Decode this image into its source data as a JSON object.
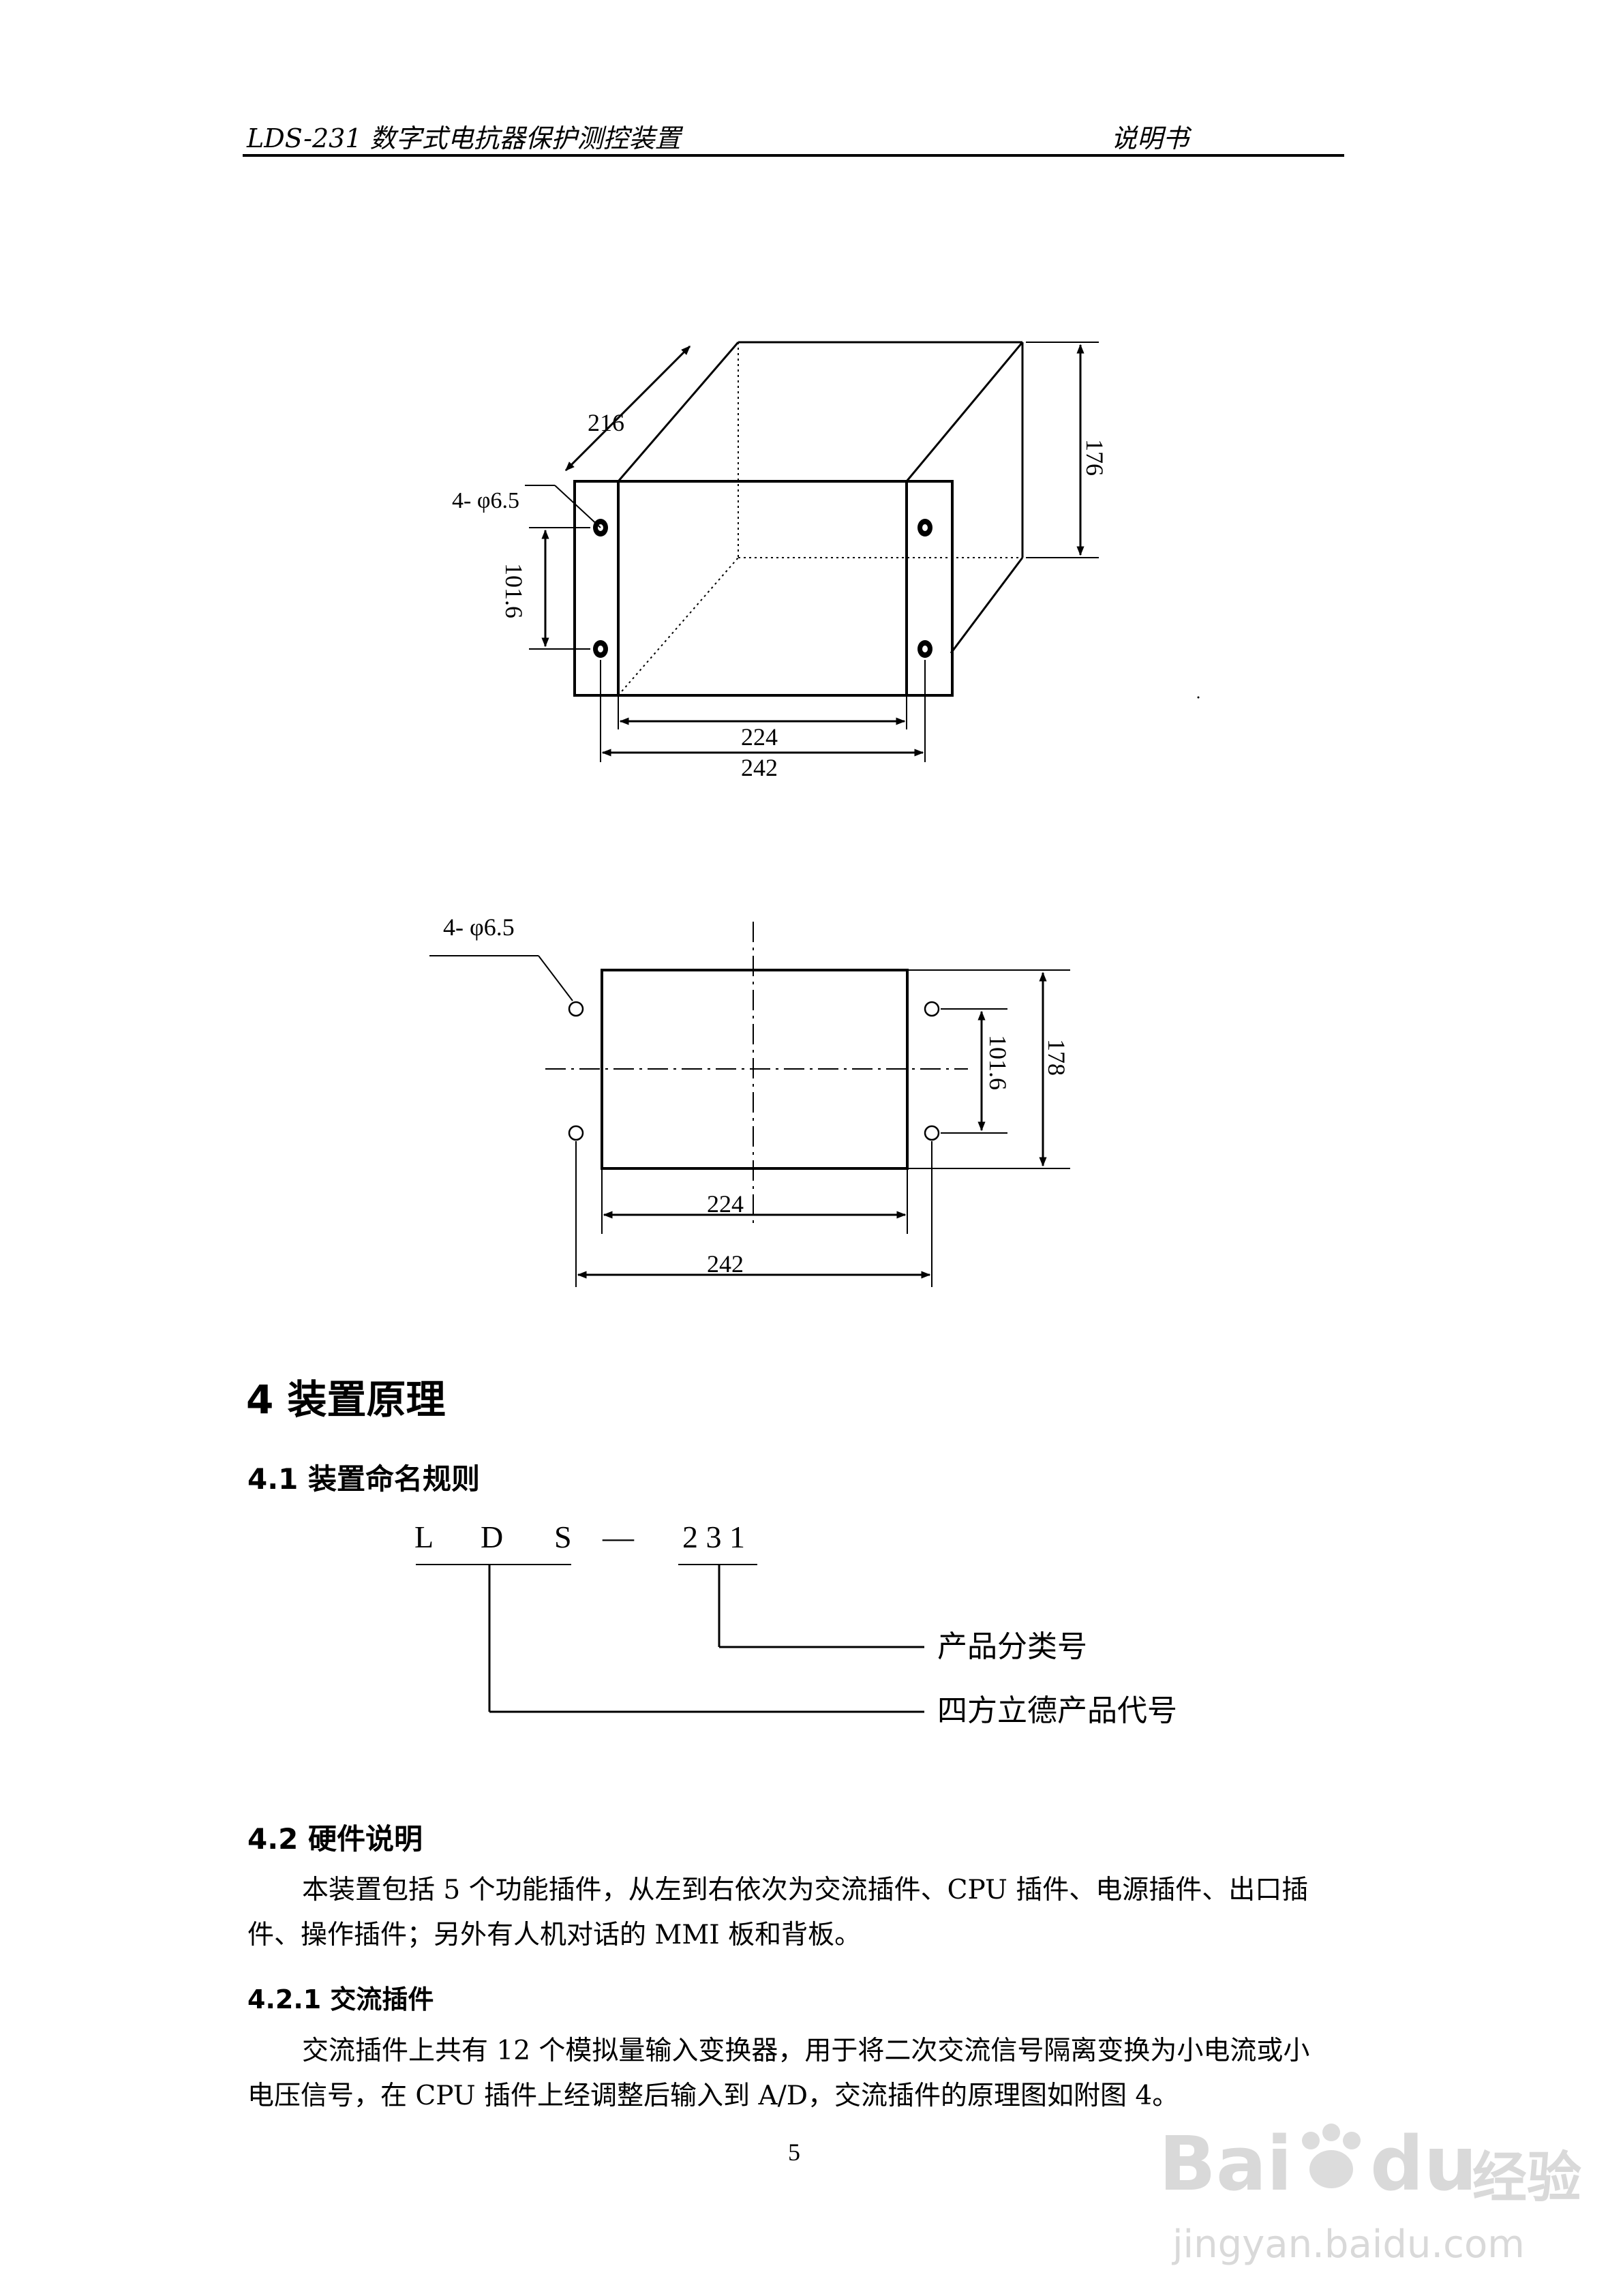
{
  "header": {
    "left": "LDS-231 数字式电抗器保护测控装置",
    "right": "说明书"
  },
  "figure1": {
    "hole_label": "4- φ6.5",
    "depth": "216",
    "height": "176",
    "hole_spacing": "101.6",
    "inner_width": "224",
    "outer_width": "242"
  },
  "figure2": {
    "hole_label": "4- φ6.5",
    "height": "178",
    "hole_spacing": "101.6",
    "inner_width": "224",
    "outer_width": "242"
  },
  "section4": {
    "title": "4  装置原理",
    "s41": {
      "title": "4.1  装置命名规则",
      "code_letters": [
        "L",
        "D",
        "S"
      ],
      "dash": "—",
      "code_number": "2 3 1",
      "label_number": "产品分类号",
      "label_letters": "四方立德产品代号"
    },
    "s42": {
      "title": "4.2  硬件说明",
      "para": [
        "本装置包括 5 个功能插件，从左到右依次为交流插件、CPU 插件、电源插件、出口插",
        "件、操作插件；另外有人机对话的 MMI 板和背板。"
      ]
    },
    "s421": {
      "title": "4.2.1  交流插件",
      "para": [
        "交流插件上共有 12 个模拟量输入变换器，用于将二次交流信号隔离变换为小电流或小",
        "电压信号，在 CPU 插件上经调整后输入到 A/D，交流插件的原理图如附图 4。"
      ]
    }
  },
  "page_number": "5",
  "watermark": {
    "brand": "Bai",
    "brand2": "du",
    "suffix": "经验",
    "url": "jingyan.baidu.com"
  }
}
